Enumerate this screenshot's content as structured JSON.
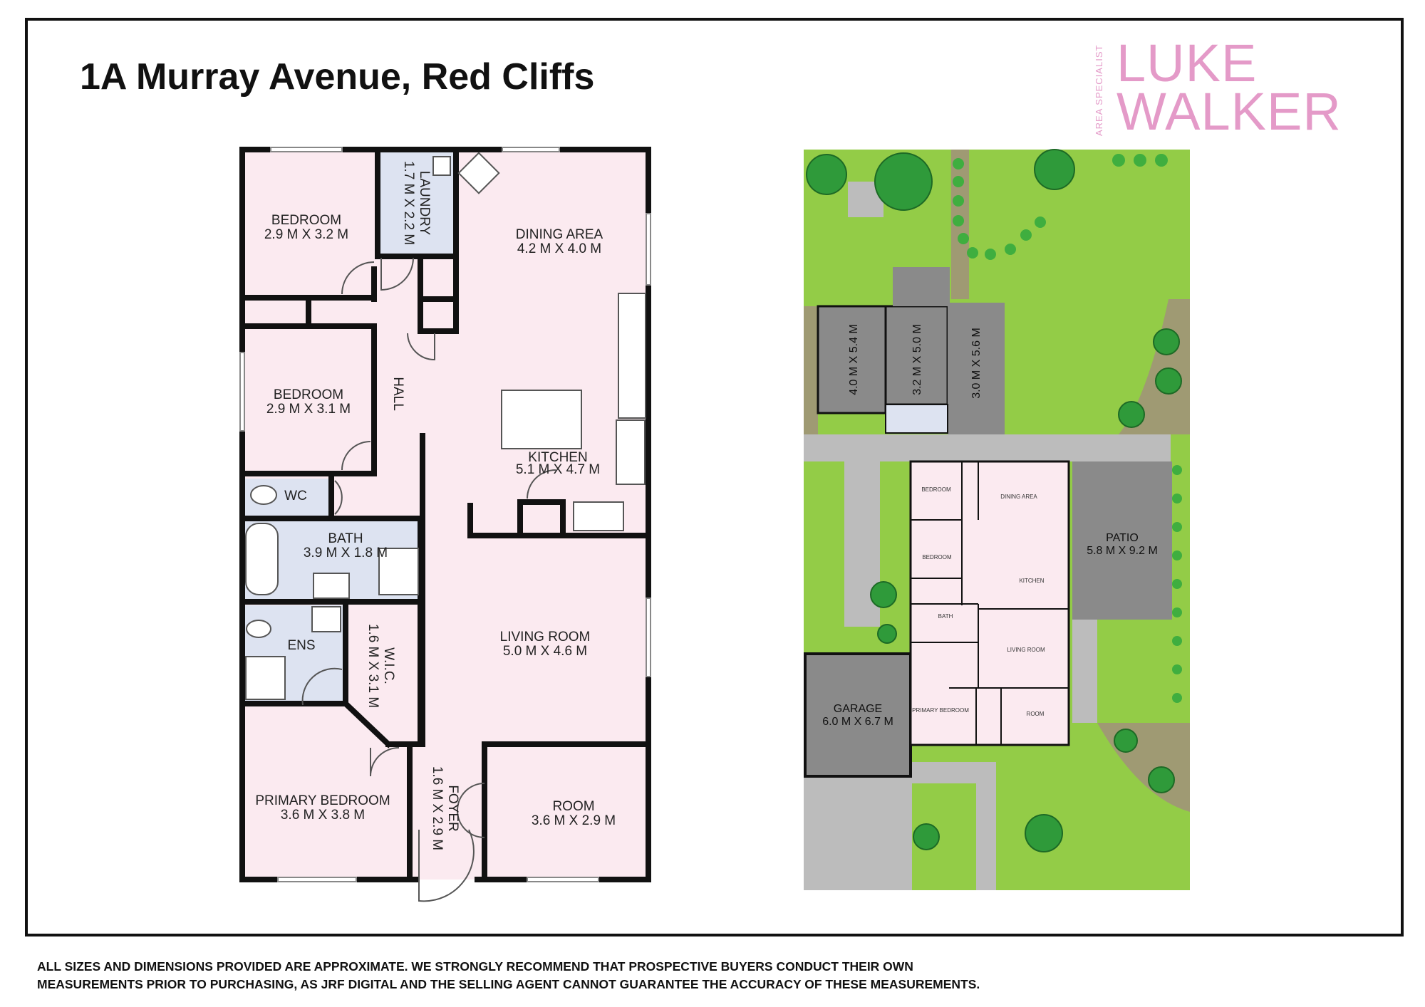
{
  "header": {
    "title": "1A Murray Avenue, Red Cliffs"
  },
  "brand": {
    "tagline": "AREA SPECIALIST",
    "line1": "LUKE",
    "line2": "WALKER",
    "color": "#e49ac8"
  },
  "floorplan": {
    "rooms": {
      "bedroom1": {
        "name": "BEDROOM",
        "dims": "2.9 M X 3.2 M"
      },
      "laundry": {
        "name": "LAUNDRY",
        "dims": "1.7 M X 2.2 M"
      },
      "dining": {
        "name": "DINING AREA",
        "dims": "4.2 M X 4.0 M"
      },
      "bedroom2": {
        "name": "BEDROOM",
        "dims": "2.9 M X 3.1 M"
      },
      "hall": {
        "name": "HALL"
      },
      "kitchen": {
        "name": "KITCHEN",
        "dims": "5.1 M X 4.7 M"
      },
      "wc": {
        "name": "WC"
      },
      "bath": {
        "name": "BATH",
        "dims": "3.9 M X 1.8 M"
      },
      "ens": {
        "name": "ENS"
      },
      "wic": {
        "name": "W.I.C.",
        "dims": "1.6 M X 3.1 M"
      },
      "living": {
        "name": "LIVING ROOM",
        "dims": "5.0 M X 4.6 M"
      },
      "primary": {
        "name": "PRIMARY BEDROOM",
        "dims": "3.6 M X 3.8 M"
      },
      "foyer": {
        "name": "FOYER",
        "dims": "1.6 M X 2.9 M"
      },
      "room": {
        "name": "ROOM",
        "dims": "3.6 M X 2.9 M"
      }
    },
    "colors": {
      "room": "#fbeaf0",
      "wet": "#dde3f1",
      "wall": "#111111"
    }
  },
  "siteplan": {
    "outbuildings": {
      "shed1": {
        "dims": "4.0 M X 5.4 M"
      },
      "shed2": {
        "dims": "3.2 M X 5.0 M"
      },
      "carport": {
        "dims": "3.0 M X 5.6 M"
      }
    },
    "patio": {
      "name": "PATIO",
      "dims": "5.8 M X 9.2 M"
    },
    "garage": {
      "name": "GARAGE",
      "dims": "6.0 M X 6.7 M"
    },
    "colors": {
      "lawn": "#93cc47",
      "paving": "#bcbcbc",
      "roof": "#8a8a8a",
      "tree": "#2f9a3a",
      "garden_bed": "#9f9a73"
    }
  },
  "footer": {
    "disclaimer_line1": "ALL SIZES AND DIMENSIONS PROVIDED ARE APPROXIMATE. WE STRONGLY RECOMMEND THAT PROSPECTIVE BUYERS CONDUCT THEIR OWN",
    "disclaimer_line2": "MEASUREMENTS PRIOR TO PURCHASING, AS JRF DIGITAL AND THE SELLING AGENT CANNOT GUARANTEE THE ACCURACY OF THESE MEASUREMENTS."
  }
}
